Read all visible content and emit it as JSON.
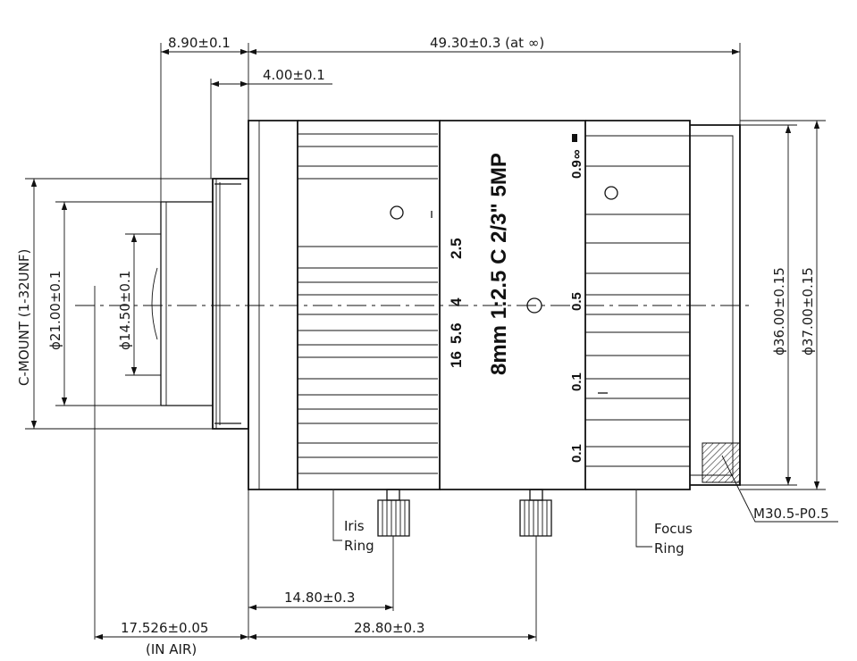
{
  "dimensions": {
    "overall_length": "49.30±0.3 (at ∞)",
    "flange_offset": "8.90±0.1",
    "thread_length": "4.00±0.1",
    "mount_thread": "C-MOUNT  (1-32UNF)",
    "mount_diameter": "ϕ21.00±0.1",
    "rear_lens_diameter": "ϕ14.50±0.1",
    "body_diameter_inner": "ϕ36.00±0.15",
    "body_diameter_outer": "ϕ37.00±0.15",
    "iris_screw_distance": "14.80±0.3",
    "focus_screw_distance": "28.80±0.3",
    "flange_focal_distance": "17.526±0.05",
    "flange_focal_note": "(IN AIR)",
    "filter_thread": "M30.5-P0.5"
  },
  "callouts": {
    "iris_ring_line1": "Iris",
    "iris_ring_line2": "Ring",
    "focus_ring_line1": "Focus",
    "focus_ring_line2": "Ring"
  },
  "engravings": {
    "lens_model": "8mm 1:2.5 C 2/3\" 5MP",
    "iris_scale": [
      "16",
      "5.6",
      "4",
      "2.5"
    ],
    "focus_scale": [
      "0.1",
      "0.1",
      "0.5",
      "0.9",
      "∞"
    ]
  }
}
